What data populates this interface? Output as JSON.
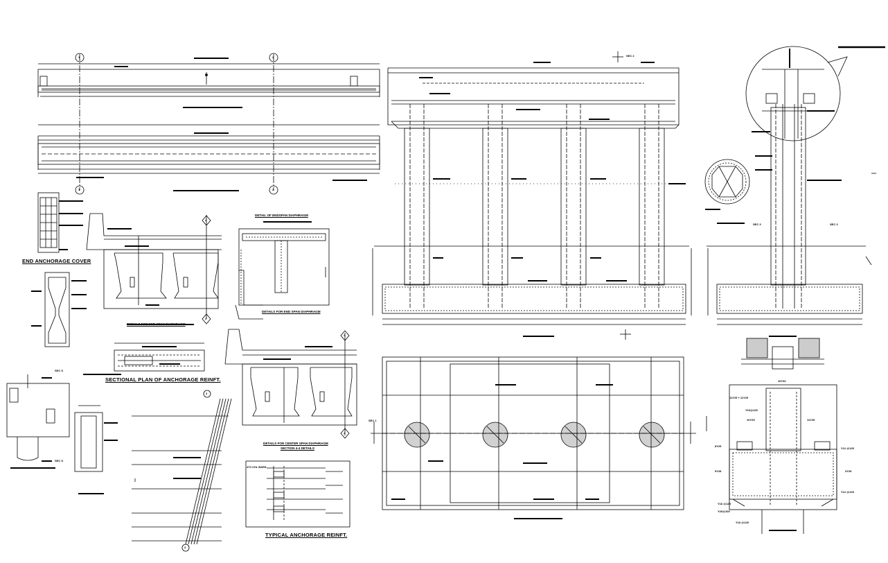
{
  "labels": {
    "end_anchorage_cover": "END ANCHORAGE COVER",
    "sectional_plan": "SECTIONAL PLAN OF ANCHORAGE REINFT.",
    "typical_anchorage": "TYPICAL ANCHORAGE REINFT.",
    "detail_endspan": "DETAIL OF ENDSPAN DIAPHRAGM",
    "details_endspan_left": "DETAILS FOR END SPAN DIAPHRAGM",
    "details_endspan_right": "DETAILS FOR END SPAN DIAPHRAGM",
    "details_centerspan": "DETAILS FOR CENTER SPAN DIAPHRAGM",
    "section_44": "SECTION 4-4 DETAILS",
    "sec_s_top": "SEC S",
    "sec_s_bottom": "SEC S",
    "sec_2": "SEC 2",
    "sec_1": "SEC 1",
    "sec_3_a": "SEC 3",
    "sec_3_b": "SEC 3",
    "bar_4t4": "4T4 VOL BARS"
  },
  "markers": {
    "m1_top": "1",
    "m1_bot": "1",
    "m2_top": "2",
    "m2_bot": "2",
    "m4_a": "4",
    "m4_b": "4",
    "m4_c": "4",
    "m4_d": "4",
    "m3_a": "3",
    "m3_b": "3"
  },
  "notes": {
    "n_10y32": "10Y32",
    "n_11y25": "11Y25 + 11Y20",
    "n_y16": "Y16@125",
    "n_10y25": "10Y25",
    "n_11y25b": "11Y25",
    "n_8y25": "8Y25",
    "n_y12": "Y12 @125",
    "n_5y28": "5Y28",
    "n_y16b": "Y16 @125",
    "n_y20": "Y20@100",
    "n_y16c": "Y16 @125",
    "n_3y25": "3Y25",
    "n_y12b": "Y12 @125"
  }
}
